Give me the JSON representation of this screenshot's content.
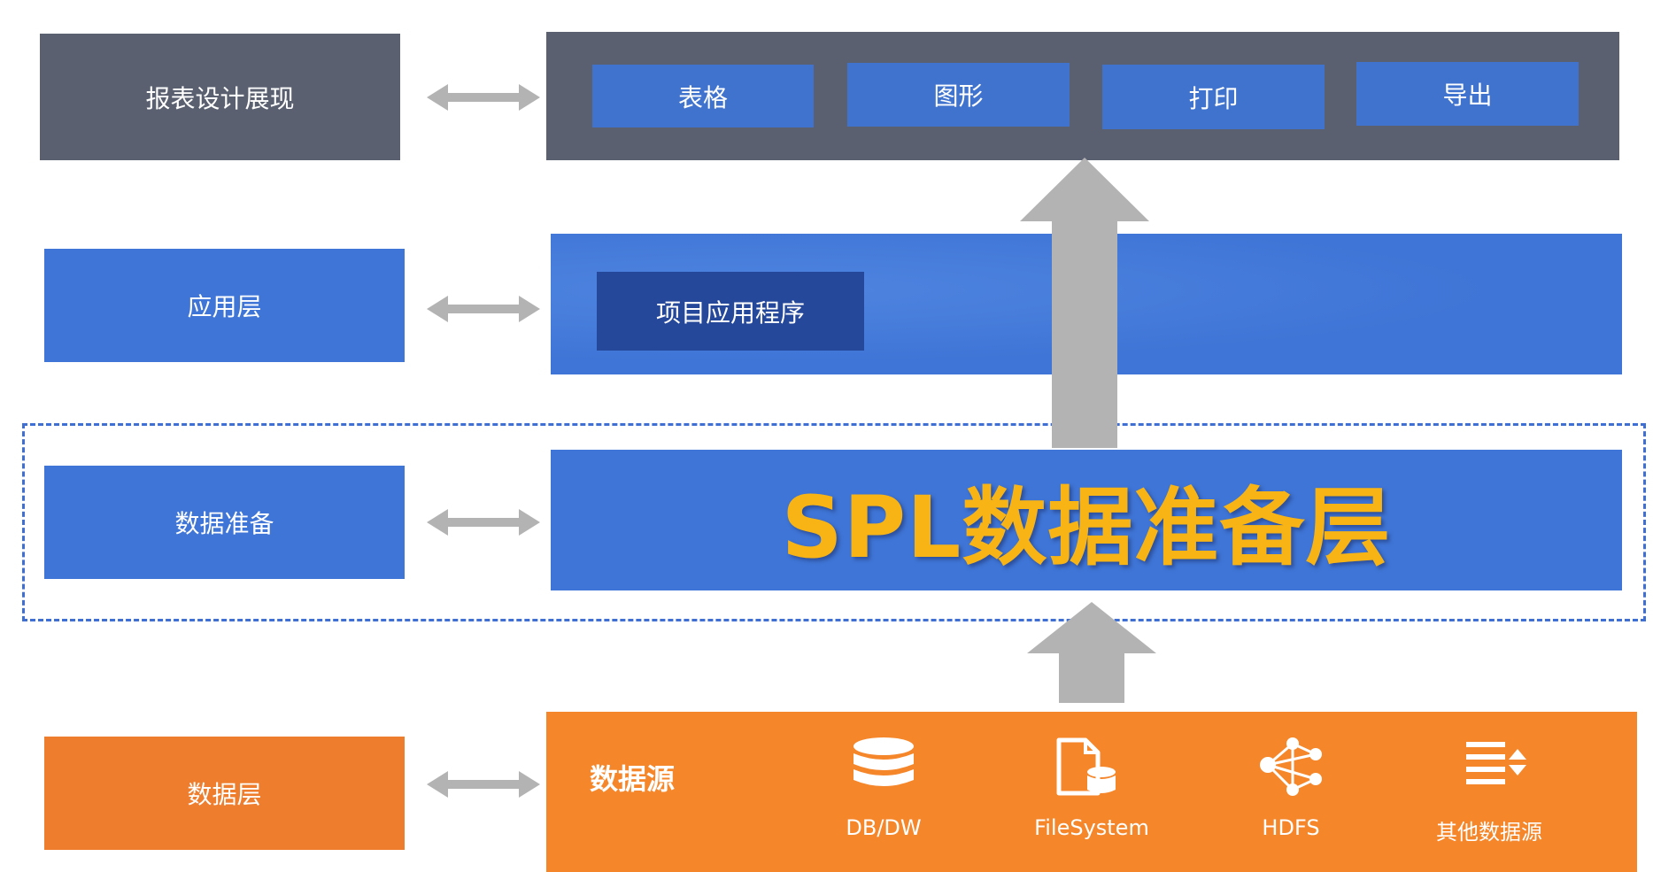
{
  "rows": {
    "report": {
      "label": "报表设计展现",
      "items": [
        "表格",
        "图形",
        "打印",
        "导出"
      ]
    },
    "app": {
      "label": "应用层",
      "item": "项目应用程序"
    },
    "prep": {
      "label": "数据准备",
      "title": "SPL数据准备层"
    },
    "data": {
      "label": "数据层",
      "title": "数据源",
      "sources": [
        {
          "label": "DB/DW",
          "icon": "database-icon"
        },
        {
          "label": "FileSystem",
          "icon": "file-database-icon"
        },
        {
          "label": "HDFS",
          "icon": "network-nodes-icon"
        },
        {
          "label": "其他数据源",
          "icon": "list-sort-icon"
        }
      ]
    }
  },
  "colors": {
    "dark": "#5a6070",
    "blue": "#3f75d6",
    "navy": "#26489a",
    "orange": "#f5862a",
    "title_yellow": "#f7b414",
    "arrow_gray": "#b3b3b3",
    "dashed_blue": "#3f6fd3"
  }
}
